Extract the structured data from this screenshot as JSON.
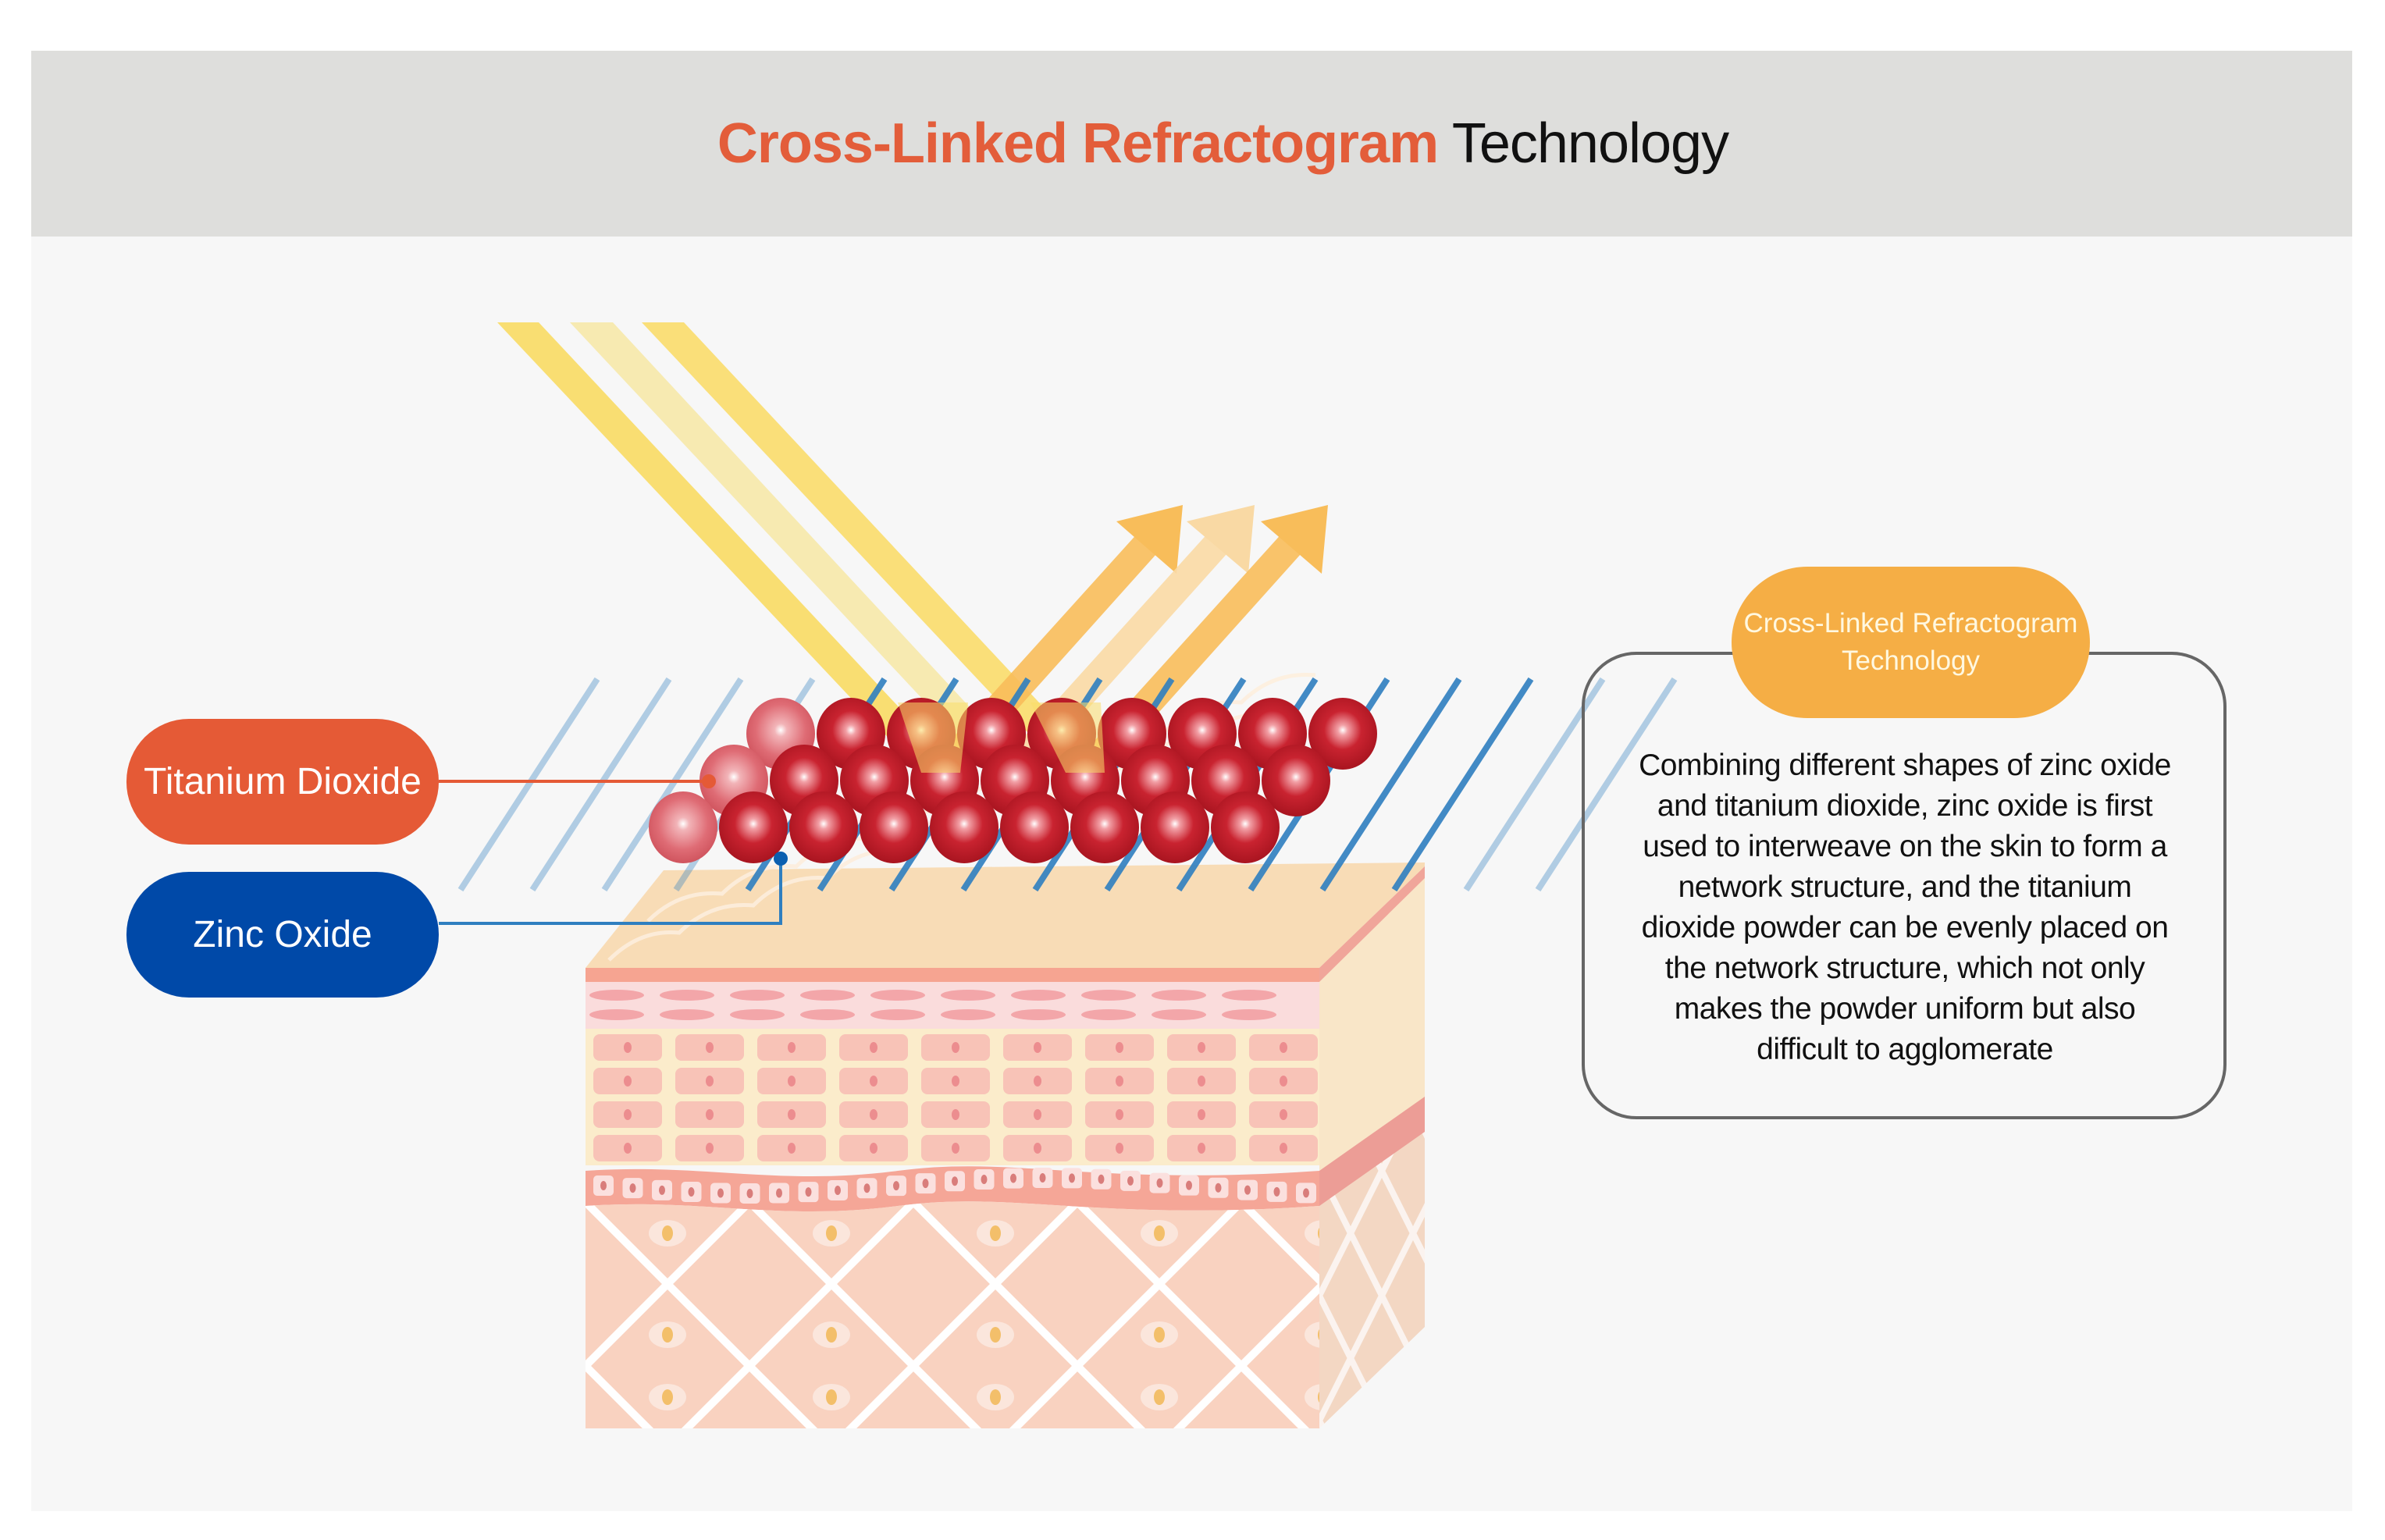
{
  "header": {
    "title_accent": "Cross-Linked Refractogram",
    "title_plain": "Technology"
  },
  "labels": {
    "titanium": {
      "text": "Titanium Dioxide",
      "color": "#e55a36"
    },
    "zinc": {
      "text": "Zinc Oxide",
      "color": "#0049a8"
    }
  },
  "info": {
    "badge_line1": "Cross-Linked Refractogram",
    "badge_line2": "Technology",
    "body_lines": [
      "Combining different shapes of zinc oxide",
      "and titanium dioxide, zinc oxide is first",
      "used to interweave on the skin to form a",
      "network structure, and the titanium",
      "dioxide powder can be evenly placed on",
      "the network structure, which not only",
      "makes the powder uniform but also",
      "difficult to agglomerate"
    ]
  },
  "illustration": {
    "incoming_rays": 3,
    "reflected_rays": 3,
    "particle_rows": 3,
    "particles_per_row": 9,
    "colors": {
      "ray": "#f9dc6a",
      "ray_light": "#f6e8a8",
      "reflect": "#f8bd5a",
      "reflect_light": "#f9d9a4",
      "particle": "#c41b28",
      "grid": "#2f7fc0",
      "skin_top": "#f8dcb6",
      "epidermis": "#f6b3a5",
      "dermis": "#f8d3c0"
    }
  }
}
